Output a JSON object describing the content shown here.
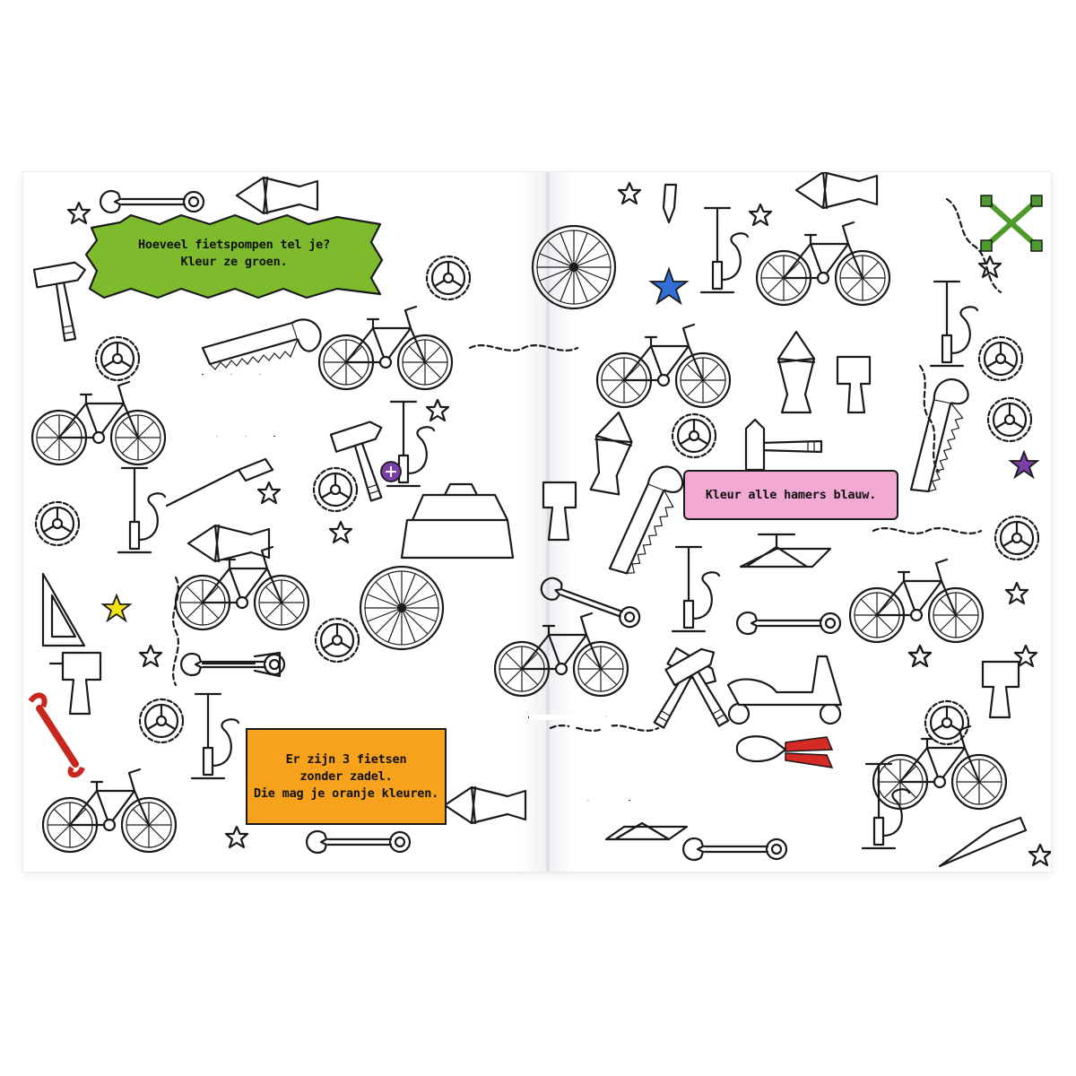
{
  "prompts": {
    "green": {
      "line1": "Hoeveel fietspompen tel je?",
      "line2": "Kleur ze groen.",
      "color": "#7dbb2c"
    },
    "pink": {
      "line1": "Kleur alle hamers blauw.",
      "color": "#f2a9d3"
    },
    "orange": {
      "line1": "Er zijn 3 fietsen",
      "line2": "zonder zadel.",
      "line3": "Die mag je oranje kleuren.",
      "color": "#f6a21c"
    }
  },
  "accents": {
    "blue_star": "#2f6fd6",
    "yellow_star": "#f2e318",
    "purple_star": "#7b3fa8",
    "purple_button": "#7b3fa8",
    "green_cross_wrench": "#4f9a2c",
    "red_wrench": "#c8271d",
    "red_handles": "#d62a25"
  },
  "icons": [
    "bicycle-icon",
    "wheel-icon",
    "gear-icon",
    "hammer-icon",
    "wrench-icon",
    "pliers-icon",
    "saw-icon",
    "pump-icon",
    "chain-icon",
    "toolbox-icon",
    "drill-icon",
    "screwdriver-icon",
    "folding-ruler-icon",
    "car-jack-icon",
    "scooter-icon",
    "star-icon"
  ]
}
